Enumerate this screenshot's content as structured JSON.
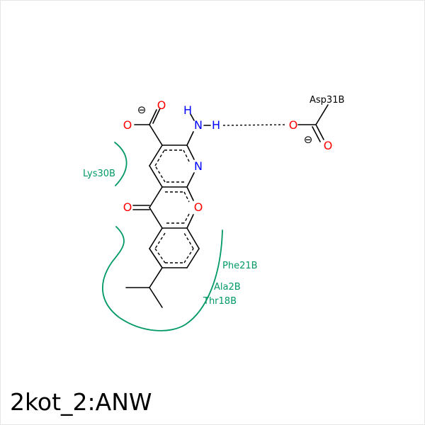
{
  "title": "2kot_2:ANW",
  "atoms": {
    "carboxyl_o1": "O",
    "carboxyl_o2": "O",
    "amine_n": "N",
    "amine_h1": "H",
    "amine_h2": "H",
    "ring_n": "N",
    "ketone_o": "O",
    "ring_o": "O",
    "asp_o1": "O",
    "asp_o2": "O"
  },
  "charges": {
    "ligand_carboxylate": "⊖",
    "asp_carboxylate": "⊖"
  },
  "residues": {
    "asp": "Asp31B",
    "lys": "Lys30B",
    "phe": "Phe21B",
    "ala": "Ala2B",
    "thr": "Thr18B"
  },
  "colors": {
    "bond": "#000000",
    "oxygen": "#ff0000",
    "nitrogen": "#0000ff",
    "hydrogen": "#0000ff",
    "hydrophobic": "#009966",
    "residue_label": "#009966"
  }
}
